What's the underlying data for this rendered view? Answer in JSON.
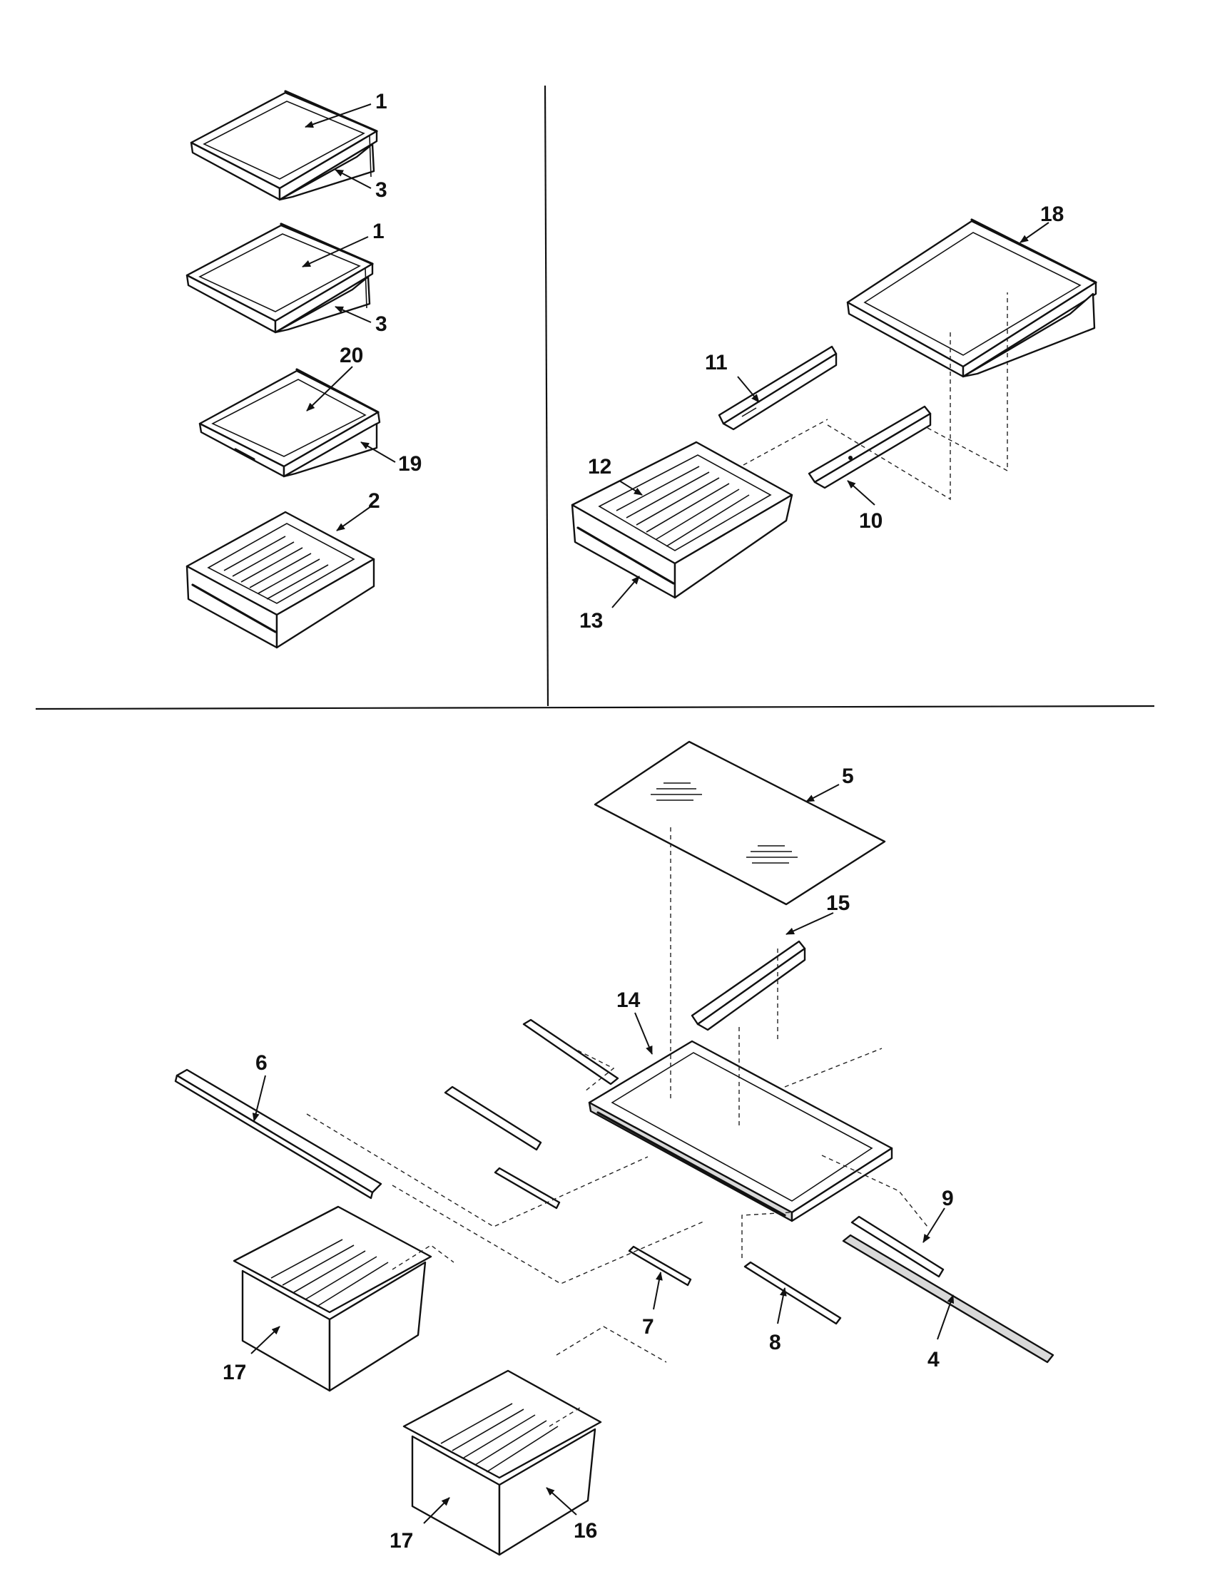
{
  "callouts": {
    "c1a": "1",
    "c3a": "3",
    "c1b": "1",
    "c3b": "3",
    "c20": "20",
    "c19": "19",
    "c2": "2",
    "c18": "18",
    "c11": "11",
    "c12": "12",
    "c10": "10",
    "c13": "13",
    "c5": "5",
    "c15": "15",
    "c14": "14",
    "c6": "6",
    "c9": "9",
    "c7": "7",
    "c8": "8",
    "c4": "4",
    "c17a": "17",
    "c17b": "17",
    "c16": "16"
  }
}
